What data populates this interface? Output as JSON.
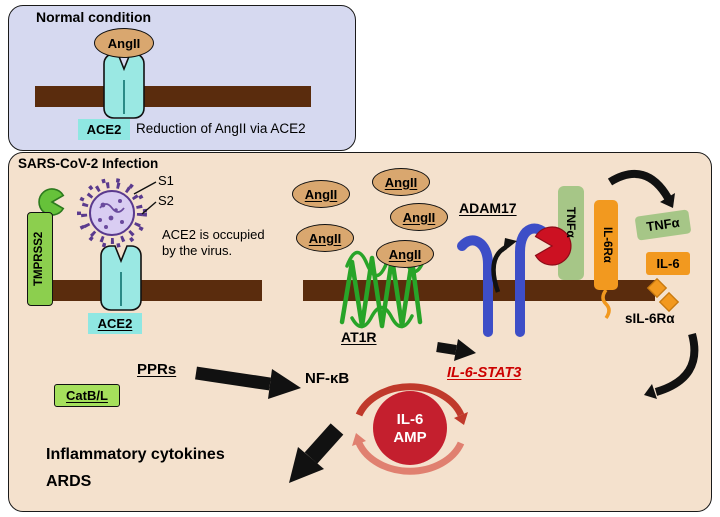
{
  "normal_panel": {
    "title": "Normal condition",
    "angii": "AngII",
    "ace2": "ACE2",
    "caption": "Reduction of AngII via ACE2"
  },
  "infection_panel": {
    "title": "SARS-CoV-2 Infection",
    "s1": "S1",
    "s2": "S2",
    "tmprss2": "TMPRSS2",
    "occupied_note": "ACE2 is occupied by the virus.",
    "ace2": "ACE2",
    "catbl": "CatB/L",
    "pprs": "PPRs",
    "angii_ovals": [
      "AngII",
      "AngII",
      "AngII",
      "AngII",
      "AngII"
    ],
    "adam17": "ADAM17",
    "at1r": "AT1R",
    "tnfa_membrane": "TNFα",
    "il6ra_membrane": "IL-6Rα",
    "tnfa_released": "TNFα",
    "il6": "IL-6",
    "sil6ra": "sIL-6Rα",
    "nfkb": "NF-κB",
    "il6_stat3": "IL-6-STAT3",
    "amp_circle": {
      "line1": "IL-6",
      "line2": "AMP"
    },
    "outcome1": "Inflammatory cytokines",
    "outcome2": "ARDS"
  },
  "colors": {
    "normal_bg": "#d6d9f0",
    "infection_bg": "#f4e1cd",
    "membrane_brown": "#5a2c0d",
    "angii_tan": "#d9a76f",
    "ace2_cyan": "#8fe7e2",
    "tmprss2_green": "#8ccf4e",
    "catbl_green": "#a5e05c",
    "tnfa_sage": "#a6c687",
    "il6_orange": "#f2991f",
    "amp_red": "#c41f2e",
    "adam17_blue": "#3d4ec7",
    "at1r_green": "#28a428",
    "virus_purple": "#5a3a8e",
    "stat3_red": "#cc0000"
  }
}
